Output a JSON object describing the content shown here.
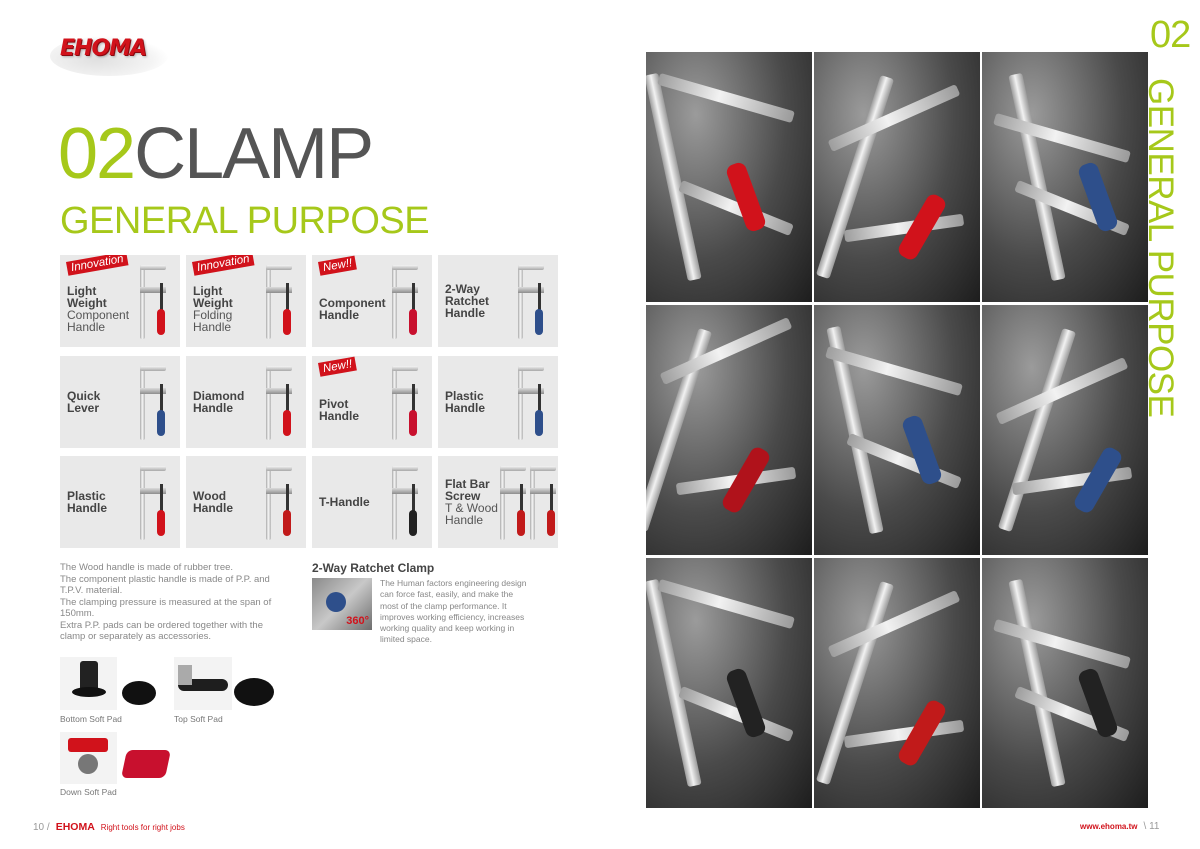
{
  "logo": {
    "text": "EHOMA"
  },
  "heading": {
    "number": "02",
    "word": "CLAMP",
    "subtitle": "GENERAL PURPOSE"
  },
  "products": [
    {
      "tag": "Innovation",
      "title_lines": [
        "Light",
        "Weight"
      ],
      "sub_lines": [
        "Component",
        "Handle"
      ],
      "handle_color": "#d1121b"
    },
    {
      "tag": "Innovation",
      "title_lines": [
        "Light",
        "Weight"
      ],
      "sub_lines": [
        "Folding",
        "Handle"
      ],
      "handle_color": "#d1121b"
    },
    {
      "tag": "New!!",
      "title_lines": [
        "Component",
        "Handle"
      ],
      "sub_lines": [],
      "handle_color": "#c8102e"
    },
    {
      "tag": "",
      "title_lines": [
        "2-Way",
        "Ratchet",
        "Handle"
      ],
      "sub_lines": [],
      "handle_color": "#2e4f8b"
    },
    {
      "tag": "",
      "title_lines": [
        "Quick",
        "Lever"
      ],
      "sub_lines": [],
      "handle_color": "#2e4f8b"
    },
    {
      "tag": "",
      "title_lines": [
        "Diamond",
        "Handle"
      ],
      "sub_lines": [],
      "handle_color": "#d1121b"
    },
    {
      "tag": "New!!",
      "title_lines": [
        "Pivot",
        "Handle"
      ],
      "sub_lines": [],
      "handle_color": "#c8102e"
    },
    {
      "tag": "",
      "title_lines": [
        "Plastic",
        "Handle"
      ],
      "sub_lines": [],
      "handle_color": "#2e4f8b"
    },
    {
      "tag": "",
      "title_lines": [
        "Plastic",
        "Handle"
      ],
      "sub_lines": [],
      "handle_color": "#d1121b"
    },
    {
      "tag": "",
      "title_lines": [
        "Wood",
        "Handle"
      ],
      "sub_lines": [],
      "handle_color": "#c11a1a"
    },
    {
      "tag": "",
      "title_lines": [
        "T-Handle"
      ],
      "sub_lines": [],
      "handle_color": "#222222"
    },
    {
      "tag": "",
      "title_lines": [
        "Flat Bar",
        "Screw"
      ],
      "sub_lines": [
        "T & Wood",
        "Handle"
      ],
      "handle_color": "#c11a1a"
    }
  ],
  "notes": [
    "The Wood handle is made of rubber tree.",
    "The component plastic handle is made of P.P. and T.P.V. material.",
    "The clamping pressure is measured at the span of 150mm.",
    "Extra P.P. pads can be ordered together with the clamp or separately as accessories."
  ],
  "ratchet": {
    "title": "2-Way Ratchet Clamp",
    "badge": "360°",
    "description": "The Human factors engineering design can force fast, easily, and make the most of the clamp performance. It improves working efficiency, increases working quality and keep working in limited space."
  },
  "pads": [
    {
      "caption": "Bottom Soft Pad"
    },
    {
      "caption": "Top Soft Pad"
    },
    {
      "caption": "Down Soft Pad"
    }
  ],
  "footer_left": {
    "page": "10",
    "sep": "/",
    "brand": "EHOMA",
    "slogan": "Right tools for right jobs"
  },
  "footer_right": {
    "url": "www.ehoma.tw",
    "sep": "\\",
    "page": "11"
  },
  "side": {
    "number": "02",
    "title": "GENERAL PURPOSE"
  },
  "colors": {
    "accent_green": "#a6c81a",
    "brand_red": "#d1121b",
    "text_grey": "#555555"
  }
}
